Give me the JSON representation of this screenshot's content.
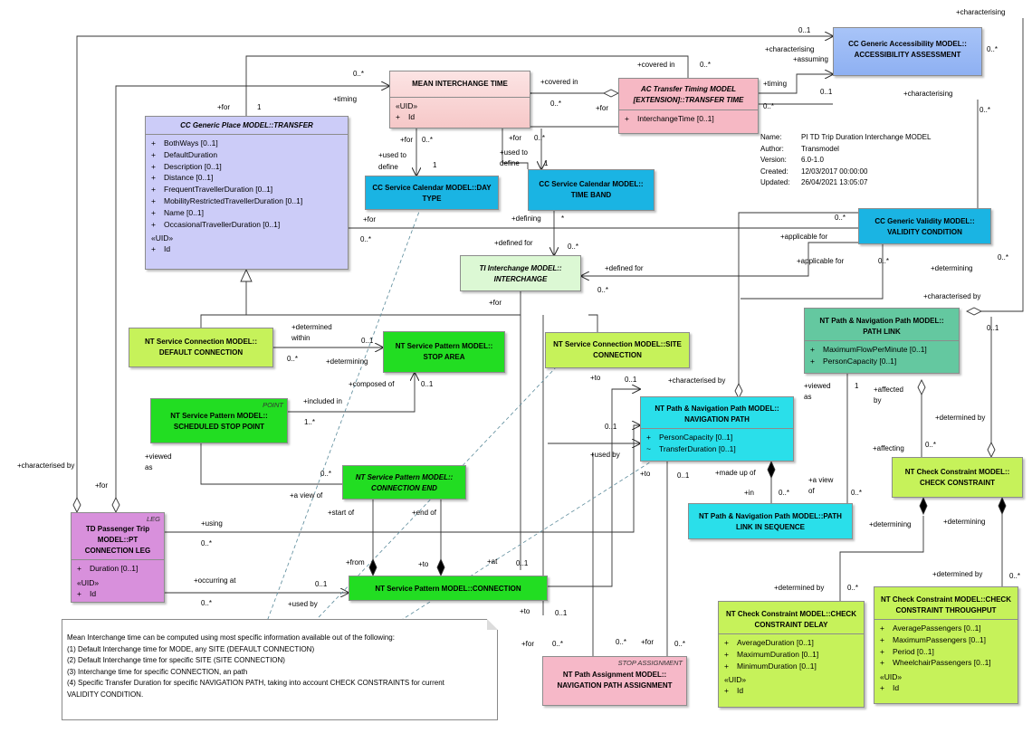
{
  "colors": {
    "transfer": "#ccccf8",
    "calendar": "#1ab4e3",
    "accent_pink": "#f6b8c4",
    "mean": "#fbd6d6",
    "validity": "#1ab4e3",
    "interchange": "#d8f8d0",
    "service_connection": "#c6f25a",
    "stop_pattern": "#22dd22",
    "path": "#2adfea",
    "path_link": "#64c8a0",
    "constraint": "#c6f25a",
    "leg": "#d890dc",
    "assignment": "#f6b8c8"
  },
  "classes": {
    "transfer": {
      "title": "CC Generic Place MODEL::TRANSFER",
      "attrs": [
        {
          "vis": "+",
          "text": "BothWays [0..1]"
        },
        {
          "vis": "+",
          "text": "DefaultDuration"
        },
        {
          "vis": "+",
          "text": "Description [0..1]"
        },
        {
          "vis": "+",
          "text": "Distance [0..1]"
        },
        {
          "vis": "+",
          "text": "FrequentTravellerDuration [0..1]"
        },
        {
          "vis": "+",
          "text": "MobilityRestrictedTravellerDuration [0..1]"
        },
        {
          "vis": "+",
          "text": "Name [0..1]"
        },
        {
          "vis": "+",
          "text": "OccasionalTravellerDuration [0..1]"
        }
      ],
      "uid_header": "«UID»",
      "uid": {
        "vis": "+",
        "text": "Id"
      }
    },
    "mean_interchange": {
      "title": "MEAN INTERCHANGE TIME",
      "uid_header": "«UID»",
      "uid": {
        "vis": "+",
        "text": "Id"
      }
    },
    "transfer_timing": {
      "title_line1": "AC Transfer Timing MODEL",
      "title_line2": "[EXTENSION]::TRANSFER TIME",
      "attrs": [
        {
          "vis": "+",
          "text": "InterchangeTime [0..1]"
        }
      ]
    },
    "accessibility": {
      "title_line1": "CC Generic Accessibility MODEL::",
      "title_line2": "ACCESSIBILITY ASSESSMENT"
    },
    "day_type": {
      "title_line1": "CC Service Calendar MODEL::DAY",
      "title_line2": "TYPE"
    },
    "time_band": {
      "title_line1": "CC Service Calendar MODEL::",
      "title_line2": "TIME BAND"
    },
    "validity": {
      "title_line1": "CC Generic Validity MODEL::",
      "title_line2": "VALIDITY CONDITION"
    },
    "interchange": {
      "title_line1": "TI Interchange MODEL::",
      "title_line2": "INTERCHANGE"
    },
    "default_connection": {
      "title_line1": "NT Service Connection MODEL::",
      "title_line2": "DEFAULT CONNECTION"
    },
    "stop_area": {
      "title_line1": "NT Service Pattern MODEL::",
      "title_line2": "STOP AREA"
    },
    "site_connection": {
      "title_line1": "NT Service Connection MODEL::SITE",
      "title_line2": "CONNECTION"
    },
    "path_link": {
      "title_line1": "NT Path & Navigation Path MODEL::",
      "title_line2": "PATH LINK",
      "attrs": [
        {
          "vis": "+",
          "text": "MaximumFlowPerMinute [0..1]"
        },
        {
          "vis": "+",
          "text": "PersonCapacity [0..1]"
        }
      ]
    },
    "scheduled_stop_point": {
      "stereotype": "POINT",
      "title_line1": "NT Service Pattern MODEL::",
      "title_line2": "SCHEDULED STOP POINT"
    },
    "navigation_path": {
      "title_line1": "NT Path & Navigation Path MODEL::",
      "title_line2": "NAVIGATION PATH",
      "attrs": [
        {
          "vis": "+",
          "text": "PersonCapacity [0..1]"
        },
        {
          "vis": "~",
          "text": "TransferDuration [0..1]"
        }
      ]
    },
    "connection_end": {
      "title_line1": "NT Service Pattern MODEL::",
      "title_line2": "CONNECTION END"
    },
    "check_constraint": {
      "title_line1": "NT Check Constraint MODEL::",
      "title_line2": "CHECK CONSTRAINT"
    },
    "path_link_in_sequence": {
      "title_line1": "NT Path & Navigation Path MODEL::PATH",
      "title_line2": "LINK IN SEQUENCE"
    },
    "pt_connection_leg": {
      "stereotype": "LEG",
      "title_line1": "TD Passenger Trip MODEL::PT",
      "title_line2": "CONNECTION  LEG",
      "attrs": [
        {
          "vis": "+",
          "text": "Duration [0..1]"
        }
      ],
      "uid_header": "«UID»",
      "uid": {
        "vis": "+",
        "text": "Id"
      }
    },
    "connection": {
      "title": "NT Service Pattern MODEL::CONNECTION"
    },
    "navigation_path_assignment": {
      "stereotype": "STOP ASSIGNMENT",
      "title_line1": "NT Path Assignment MODEL::",
      "title_line2": "NAVIGATION PATH ASSIGNMENT"
    },
    "constraint_delay": {
      "title_line1": "NT Check Constraint MODEL::CHECK",
      "title_line2": "CONSTRAINT DELAY",
      "attrs": [
        {
          "vis": "+",
          "text": "AverageDuration [0..1]"
        },
        {
          "vis": "+",
          "text": "MaximumDuration [0..1]"
        },
        {
          "vis": "+",
          "text": "MinimumDuration [0..1]"
        }
      ],
      "uid_header": "«UID»",
      "uid": {
        "vis": "+",
        "text": "Id"
      }
    },
    "constraint_throughput": {
      "title_line1": "NT Check Constraint MODEL::CHECK",
      "title_line2": "CONSTRAINT THROUGHPUT",
      "attrs": [
        {
          "vis": "+",
          "text": "AveragePassengers [0..1]"
        },
        {
          "vis": "+",
          "text": "MaximumPassengers [0..1]"
        },
        {
          "vis": "+",
          "text": "Period [0..1]"
        },
        {
          "vis": "+",
          "text": "WheelchairPassengers [0..1]"
        }
      ],
      "uid_header": "«UID»",
      "uid": {
        "vis": "+",
        "text": "Id"
      }
    }
  },
  "info": {
    "name_key": "Name:",
    "name_val": "PI TD Trip Duration Interchange MODEL",
    "author_key": "Author:",
    "author_val": "Transmodel",
    "version_key": "Version:",
    "version_val": "6.0-1.0",
    "created_key": "Created:",
    "created_val": "12/03/2017 00:00:00",
    "updated_key": "Updated:",
    "updated_val": "26/04/2021 13:05:07"
  },
  "note": {
    "lines": [
      "Mean Interchange time can be computed using most specific information available out of the following:",
      "(1) Default Interchange time for MODE, any SITE  (DEFAULT CONNECTION)",
      "(2) Default Interchange time for  specific SITE (SITE CONNECTION)",
      "(3) Interchange time for specific CONNECTION, an path",
      "(4) Specific Transfer Duration for specific NAVIGATION PATH, taking into account CHECK CONSTRAINTS for current",
      "VALIDITY CONDITION."
    ]
  },
  "labels": {
    "l01": "+characterising",
    "l02": "0..1",
    "l03": "+characterising",
    "l04": "+assuming",
    "l05": "0..*",
    "l06": "+covered in",
    "l07": "0..*",
    "l08": "0..*",
    "l09": "+covered in",
    "l10": "+timing",
    "l11": "0..1",
    "l12": "+timing",
    "l13": "+for",
    "l14": "1",
    "l15": "0..*",
    "l16": "+for",
    "l17": "0..*",
    "l18": "+characterising",
    "l19": "0..*",
    "l20": "+for",
    "l21": "0..*",
    "l22": "+for",
    "l23": "0..*",
    "l24": "+used to",
    "l25": "define",
    "l26": "1",
    "l27": "+used to",
    "l28": "define",
    "l29": "1",
    "l30": "+for",
    "l31": "+defining",
    "l32": "*",
    "l33": "0..*",
    "l34": "0..*",
    "l35": "+applicable for",
    "l36": "+defined for",
    "l37": "0..*",
    "l38": "+defined for",
    "l39": "+applicable for",
    "l40": "0..*",
    "l41": "+determining",
    "l42": "0..*",
    "l43": "+for",
    "l44": "0..*",
    "l45": "+characterised by",
    "l46": "0..1",
    "l47": "+determined",
    "l48": "within",
    "l49": "0..1",
    "l50": "0..*",
    "l51": "+determining",
    "l52": "+composed of",
    "l53": "0..1",
    "l54": "+to",
    "l55": "0..1",
    "l56": "+characterised by",
    "l57": "+viewed",
    "l58": "as",
    "l59": "1",
    "l60": "+affected",
    "l61": "by",
    "l62": "+included in",
    "l63": "1..*",
    "l64": "0..1",
    "l65": "+determined by",
    "l66": "+used by",
    "l67": "0..*",
    "l68": "+affecting",
    "l69": "+viewed",
    "l70": "as",
    "l71": "0..*",
    "l72": "+to",
    "l73": "0..1",
    "l74": "+made up of",
    "l75": "+a view",
    "l76": "of",
    "l77": "+characterised by",
    "l78": "+a view of",
    "l79": "+in",
    "l80": "0..*",
    "l81": "0..*",
    "l82": "+for",
    "l83": "+start of",
    "l84": "+end of",
    "l85": "+determining",
    "l86": "+determining",
    "l87": "+using",
    "l88": "0..*",
    "l89": "+from",
    "l90": "+to",
    "l91": "+at",
    "l92": "0..1",
    "l93": "+occurring at",
    "l94": "0..1",
    "l95": "0..*",
    "l96": "+used by",
    "l97": "+to",
    "l98": "0..1",
    "l99": "+for",
    "l100": "0..*",
    "l101": "0..*",
    "l102": "+for",
    "l103": "0..*",
    "l104": "+determined by",
    "l105": "0..*",
    "l106": "+determined by",
    "l107": "0..*"
  }
}
